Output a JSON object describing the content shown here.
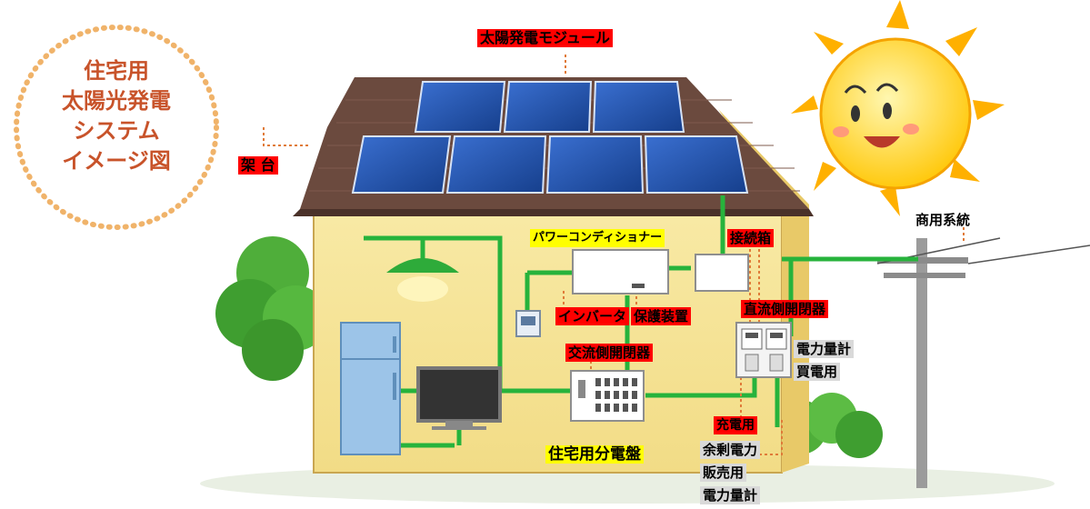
{
  "badge": {
    "lines": [
      "住宅用",
      "太陽光発電",
      "システム",
      "イメージ図"
    ]
  },
  "labels": {
    "module": "太陽発電モジュール",
    "rack": "架 台",
    "power_conditioner": "パワーコンディショナー",
    "junction_box": "接続箱",
    "inverter": "インバータ",
    "protection": "保護装置",
    "dc_switch": "直流側開閉器",
    "ac_switch": "交流側開閉器",
    "meter_buy_1": "電力量計",
    "meter_buy_2": "買電用",
    "grid": "商用系統",
    "charge": "充電用",
    "surplus_1": "余剰電力",
    "surplus_2": "販売用",
    "surplus_3": "電力量計",
    "distribution_board": "住宅用分電盤"
  },
  "colors": {
    "label_red": "#ff0000",
    "label_yellow": "#ffff00",
    "label_grey": "#d9d9d9",
    "wire_green": "#27b33c",
    "dc_wire": "#e07b39",
    "roof": "#6b4a3e",
    "panel": "#1f4fa6",
    "wall": "#f6e79b",
    "sun": "#ffd21f",
    "badge_text": "#c8532a"
  }
}
